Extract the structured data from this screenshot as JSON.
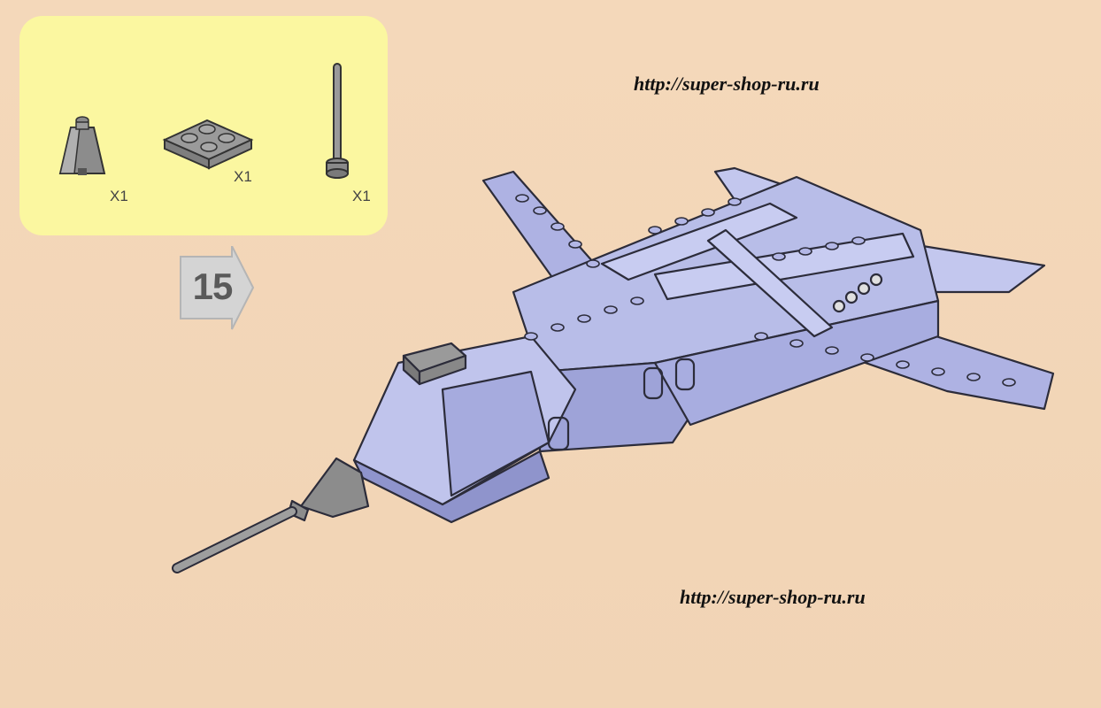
{
  "parts": [
    {
      "icon": "slope-brick-icon",
      "qty": "X1"
    },
    {
      "icon": "plate-2x2-icon",
      "qty": "X1"
    },
    {
      "icon": "antenna-icon",
      "qty": "X1"
    }
  ],
  "step": {
    "number": "15"
  },
  "watermarks": {
    "top_url": "http://super-shop-ru.ru",
    "bottom_url": "http://super-shop-ru.ru"
  },
  "colors": {
    "page": "#f2d6b8",
    "parts_box": "#fbf7a0",
    "model_body": "#b8bde8",
    "new_part_gray": "#9a9a9a"
  }
}
